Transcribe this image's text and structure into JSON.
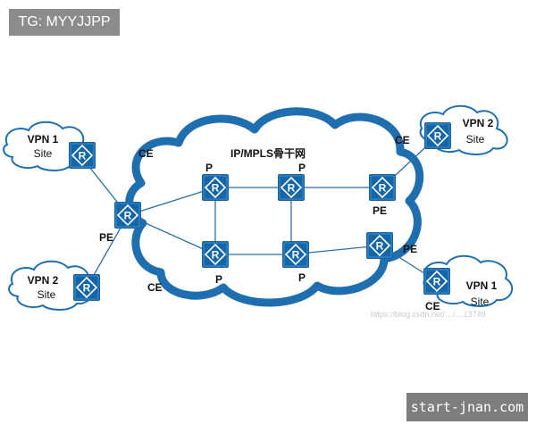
{
  "watermark_top": "TG: MYYJJPP",
  "watermark_bottom": "start-jnan.com",
  "backbone_label": "IP/MPLS骨干网",
  "source_url": "https://blog.csdn.net/…/…13749",
  "sites": [
    {
      "name": "VPN 1",
      "sub": "Site"
    },
    {
      "name": "VPN 2",
      "sub": "Site"
    },
    {
      "name": "VPN 2",
      "sub": "Site"
    },
    {
      "name": "VPN 1",
      "sub": "Site"
    }
  ],
  "labels": {
    "ce_top_left": "CE",
    "ce_bottom_left": "CE",
    "ce_top_right": "CE",
    "ce_bottom_right": "CE",
    "pe_left": "PE",
    "pe_right_top": "PE",
    "pe_right_bottom": "PE",
    "p_top_1": "P",
    "p_top_2": "P",
    "p_bottom_1": "P",
    "p_bottom_2": "P"
  },
  "colors": {
    "router": "#1466a8",
    "cloud_border": "#1f6fb0",
    "link": "#2c6ea6",
    "site_cloud_stroke": "#1f6fb0"
  },
  "icons": {
    "router": "router-icon"
  }
}
